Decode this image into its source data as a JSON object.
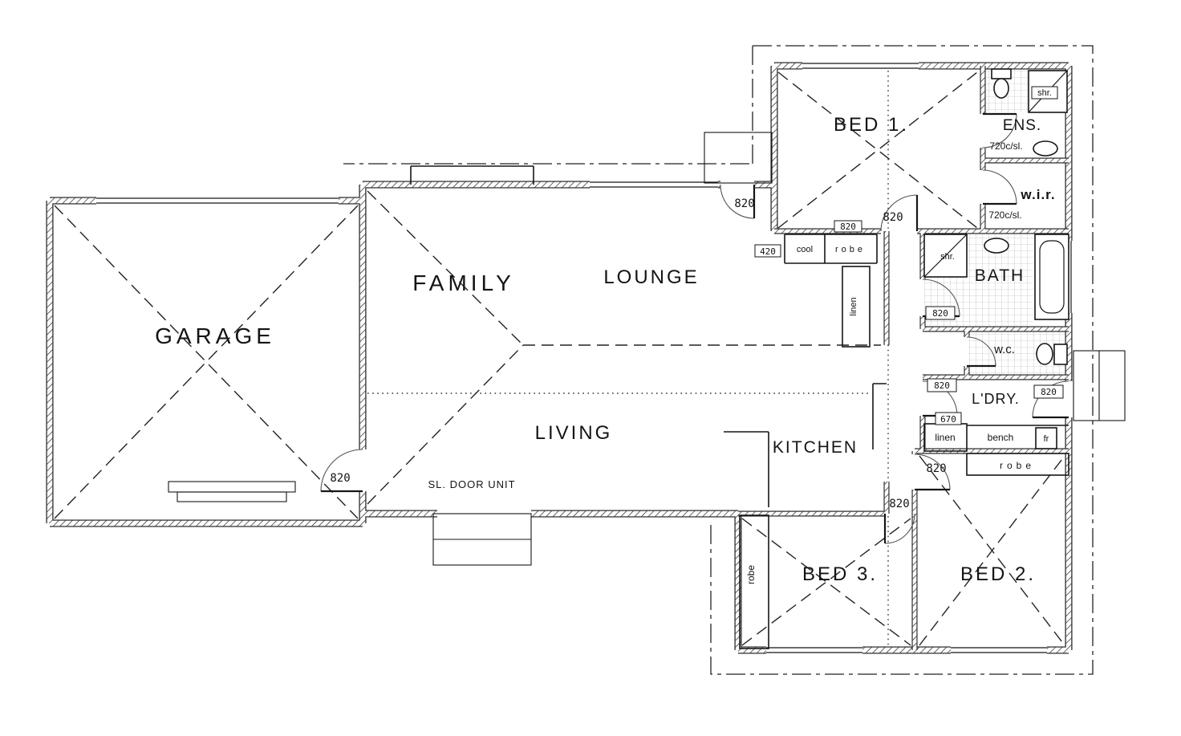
{
  "rooms": {
    "garage": "GARAGE",
    "family": "FAMILY",
    "lounge": "LOUNGE",
    "living": "LIVING",
    "kitchen": "KITCHEN",
    "bed1": "BED 1.",
    "bed2": "BED 2.",
    "bed3": "BED 3.",
    "ens": "ENS.",
    "wir": "w.i.r.",
    "bath": "BATH",
    "wc": "w.c.",
    "ldry": "L'DRY."
  },
  "fixtures": {
    "shr": "shr.",
    "cool": "cool",
    "robe": "robe",
    "linen": "linen",
    "bench": "bench",
    "fr": "fr",
    "c720": "720c/sl.",
    "sl_door": "SL. DOOR UNIT"
  },
  "dims": {
    "d820": "820",
    "d420": "420",
    "d670": "670"
  }
}
